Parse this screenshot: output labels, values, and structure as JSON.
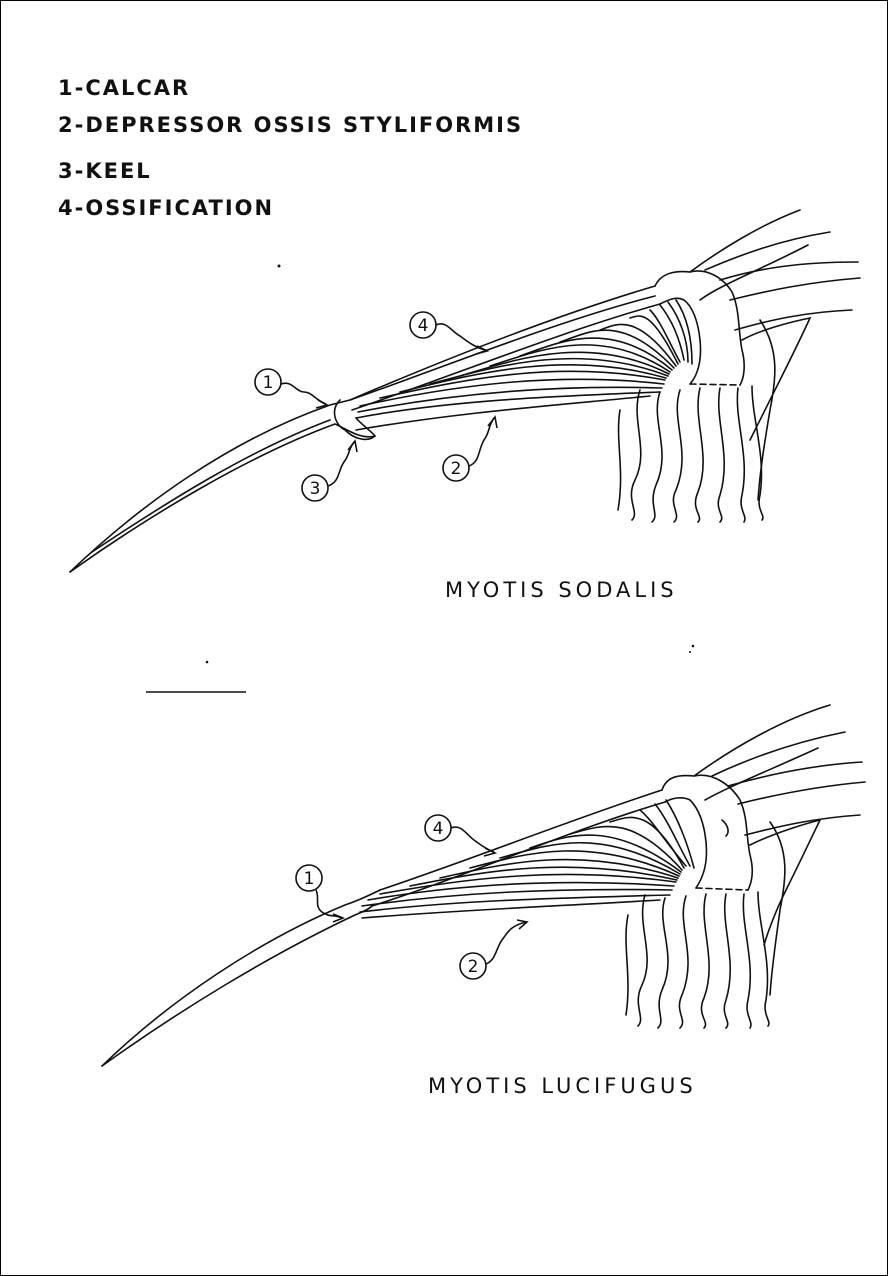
{
  "legend": {
    "item1": "1-CALCAR",
    "item2": "2-DEPRESSOR OSSIS STYLIFORMIS",
    "item3": "3-KEEL",
    "item4": "4-OSSIFICATION"
  },
  "figures": [
    {
      "species": "MYOTIS SODALIS",
      "callouts": [
        "1",
        "2",
        "3",
        "4"
      ]
    },
    {
      "species": "MYOTIS LUCIFUGUS",
      "callouts": [
        "1",
        "2",
        "4"
      ]
    }
  ]
}
